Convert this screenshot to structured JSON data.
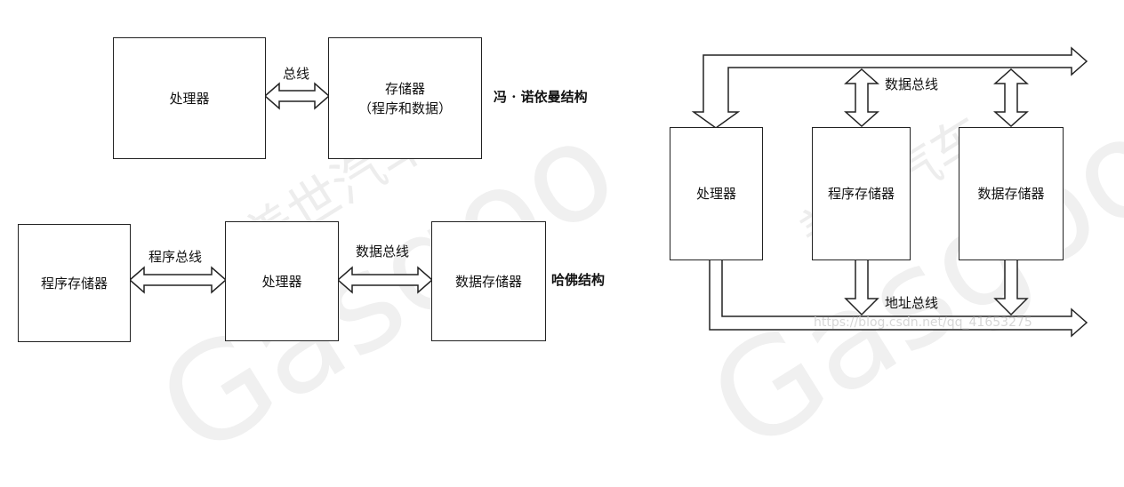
{
  "von_neumann": {
    "processor": "处理器",
    "memory_line1": "存储器",
    "memory_line2": "（程序和数据）",
    "bus": "总线",
    "caption": "冯 · 诺依曼结构"
  },
  "harvard": {
    "program_memory": "程序存储器",
    "program_bus": "程序总线",
    "processor": "处理器",
    "data_bus": "数据总线",
    "data_memory": "数据存储器",
    "caption": "哈佛结构"
  },
  "bus_diagram": {
    "processor": "处理器",
    "program_memory": "程序存储器",
    "data_memory": "数据存储器",
    "data_bus": "数据总线",
    "address_bus": "地址总线",
    "url_watermark": "https://blog.csdn.net/qq_41653275"
  },
  "watermark": {
    "cn_text": "盖世汽车",
    "en_text": "Gasgoo"
  }
}
